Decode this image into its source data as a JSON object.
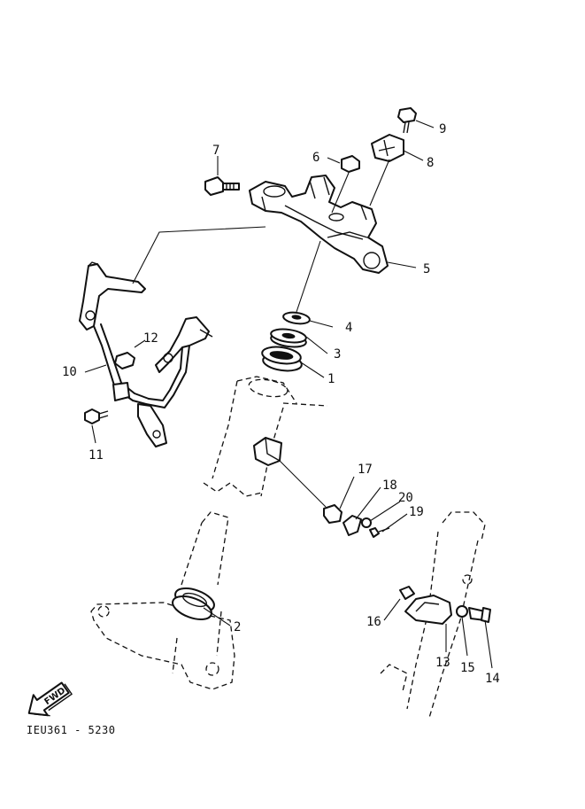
{
  "diagram": {
    "code": "IEU361 - 5230",
    "fwd_label": "FWD",
    "callouts": [
      "1",
      "2",
      "3",
      "4",
      "5",
      "6",
      "7",
      "8",
      "9",
      "10",
      "11",
      "12",
      "13",
      "14",
      "15",
      "16",
      "17",
      "18",
      "19",
      "20"
    ]
  }
}
